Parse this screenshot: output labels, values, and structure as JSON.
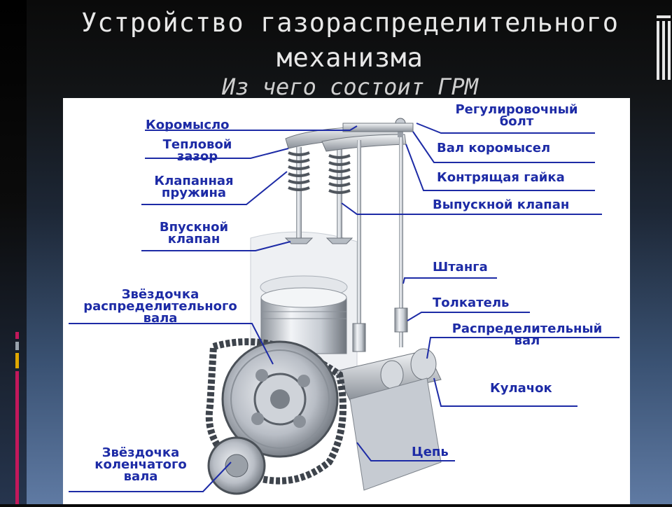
{
  "slide": {
    "title_line1": "Устройство газораспределительного",
    "title_line2": "механизма",
    "subtitle": "Из чего состоит ГРМ"
  },
  "diagram": {
    "labels": {
      "rocker": "Коромысло",
      "gap_1": "Тепловой",
      "gap_2": "зазор",
      "spring_1": "Клапанная",
      "spring_2": "пружина",
      "intake_1": "Впускной",
      "intake_2": "клапан",
      "cam_sprocket_1": "Звёздочка",
      "cam_sprocket_2": "распределительного",
      "cam_sprocket_3": "вала",
      "crank_sprocket_1": "Звёздочка",
      "crank_sprocket_2": "коленчатого",
      "crank_sprocket_3": "вала",
      "adj_bolt_1": "Регулировочный",
      "adj_bolt_2": "болт",
      "rocker_shaft": "Вал коромысел",
      "lock_nut": "Контрящая гайка",
      "exhaust": "Выпускной клапан",
      "pushrod": "Штанга",
      "tappet": "Толкатель",
      "camshaft_1": "Распределительный",
      "camshaft_2": "вал",
      "cam": "Кулачок",
      "chain": "Цепь"
    },
    "colors": {
      "label_text": "#1d2ba6",
      "leader_line": "#1d2ba6",
      "metal_light": "#dfe3e8",
      "metal_dark": "#5a6068"
    }
  }
}
